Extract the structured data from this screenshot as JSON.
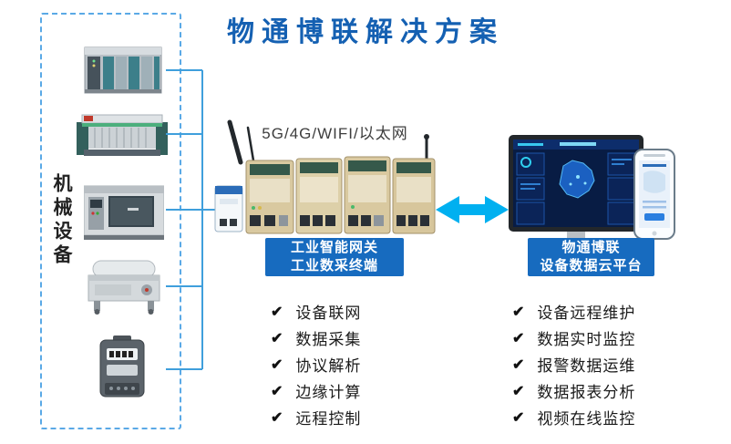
{
  "title": "物通博联解决方案",
  "left_panel": {
    "label": "机械设备",
    "device_icons": [
      "plc-controller",
      "weaving-machine",
      "cnc-machine",
      "packaging-machine",
      "electric-meter"
    ]
  },
  "gateway": {
    "network_label": "5G/4G/WIFI/以太网",
    "label_line1": "工业智能网关",
    "label_line2": "工业数采终端",
    "features": [
      "设备联网",
      "数据采集",
      "协议解析",
      "边缘计算",
      "远程控制"
    ]
  },
  "platform": {
    "label_line1": "物通博联",
    "label_line2": "设备数据云平台",
    "features": [
      "设备远程维护",
      "数据实时监控",
      "报警数据运维",
      "数据报表分析",
      "视频在线监控"
    ]
  },
  "icons": {
    "check": "✔"
  },
  "colors": {
    "title_blue": "#1460b2",
    "label_box_blue": "#176bbf",
    "arrow_cyan": "#00b0f0",
    "dashed_border_blue": "#5aa9e6",
    "connector_blue": "#3f9fdc"
  }
}
